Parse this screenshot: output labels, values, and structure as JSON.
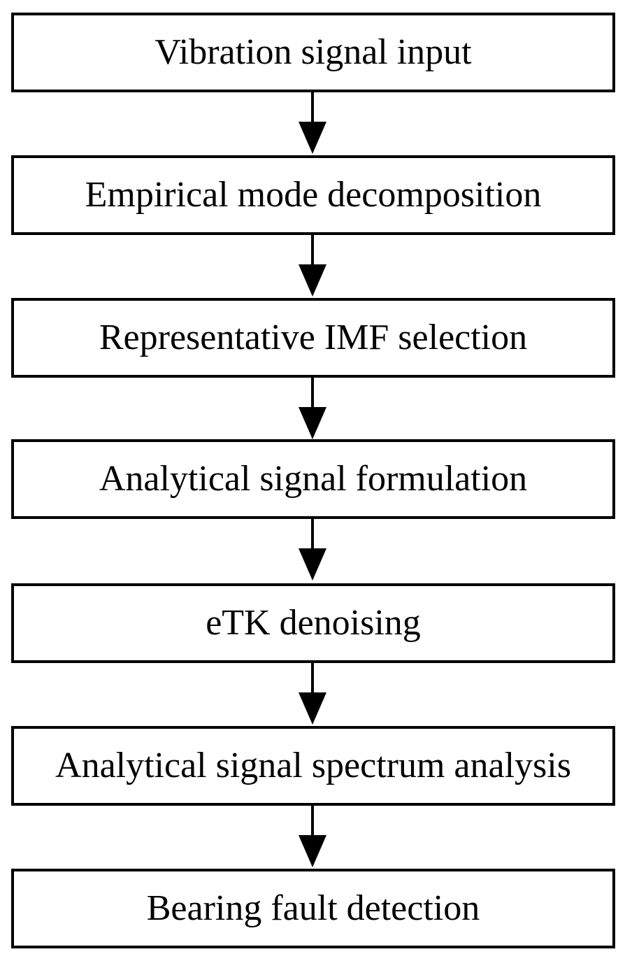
{
  "flowchart": {
    "steps": [
      {
        "label": "Vibration signal input"
      },
      {
        "label": "Empirical mode decomposition"
      },
      {
        "label": "Representative IMF selection"
      },
      {
        "label": "Analytical signal formulation"
      },
      {
        "label": "eTK denoising"
      },
      {
        "label": "Analytical signal spectrum analysis"
      },
      {
        "label": "Bearing fault detection"
      }
    ],
    "colors": {
      "stroke": "#000000",
      "background": "#ffffff"
    },
    "icons": [
      "arrow-down-icon"
    ]
  }
}
